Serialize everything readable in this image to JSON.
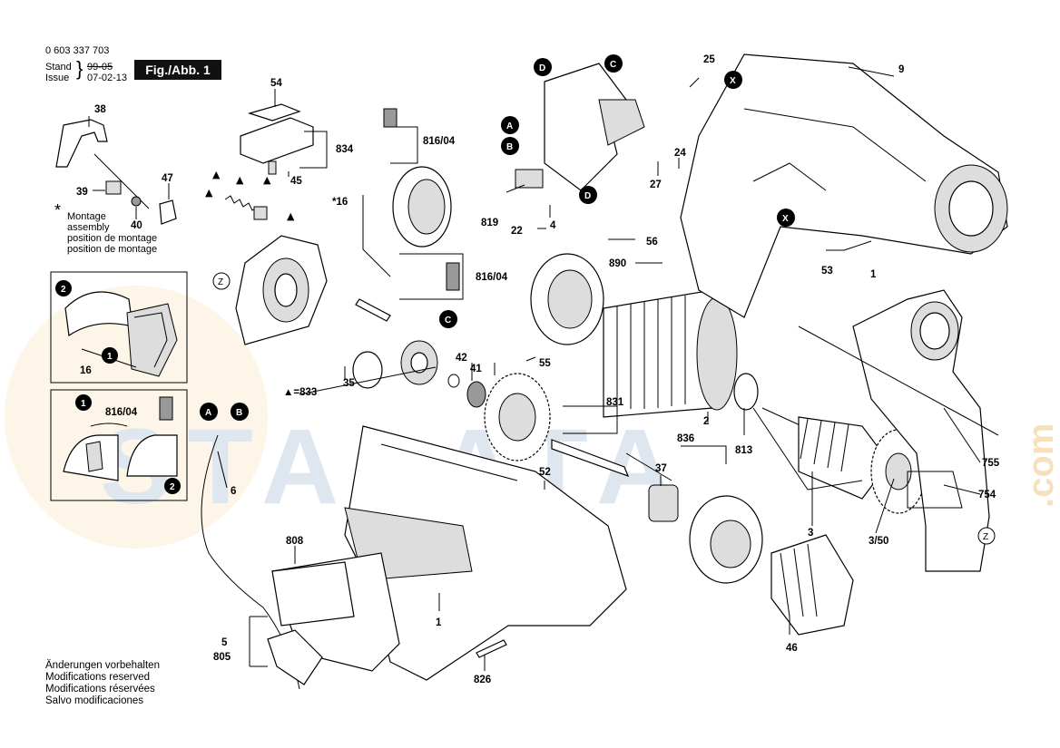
{
  "header": {
    "doc_number": "0 603 337 703",
    "stand_label": "Stand",
    "stand_date": "99-05",
    "issue_label": "Issue",
    "issue_date": "07-02-13",
    "fig_label": "Fig./Abb. 1"
  },
  "montage_note": {
    "symbol": "*",
    "lines": [
      "Montage",
      "assembly",
      "position de montage",
      "position de montage"
    ]
  },
  "footer": {
    "lines": [
      "Änderungen vorbehalten",
      "Modifications reserved",
      "Modifications réservées",
      "Salvo modificaciones"
    ]
  },
  "watermark": {
    "text": "STALATA",
    "suffix": ".com",
    "color": "#c9d6e6",
    "accent": "#f3cf9a"
  },
  "part_labels": {
    "p38": "38",
    "p39": "39",
    "p47": "47",
    "p40": "40",
    "p54": "54",
    "p834": "834",
    "p45": "45",
    "p816_04_top": "816/04",
    "p16": "*16",
    "p816_04_mid": "816/04",
    "p819": "819",
    "p4": "4",
    "p22": "22",
    "p56": "56",
    "p890": "890",
    "p25": "25",
    "p24": "24",
    "p27": "27",
    "p9": "9",
    "p53": "53",
    "p1_right": "1",
    "p42": "42",
    "p41": "41",
    "p55": "55",
    "p35": "35",
    "p833": "▲=833",
    "p831": "831",
    "p2": "2",
    "p813": "813",
    "p836": "836",
    "p37": "37",
    "p52": "52",
    "p3": "3",
    "p3_50": "3/50",
    "p755": "755",
    "p754": "754",
    "p6": "6",
    "p808": "808",
    "p5": "5",
    "p805": "805",
    "p1_mid": "1",
    "p826": "826",
    "p46": "46",
    "p816_04_inset": "816/04",
    "p16_inset": "16"
  },
  "callouts": {
    "A": "A",
    "B": "B",
    "C": "C",
    "D": "D",
    "X": "X",
    "Z": "Z",
    "one": "1",
    "two": "2"
  },
  "triangle_marker": "▲"
}
